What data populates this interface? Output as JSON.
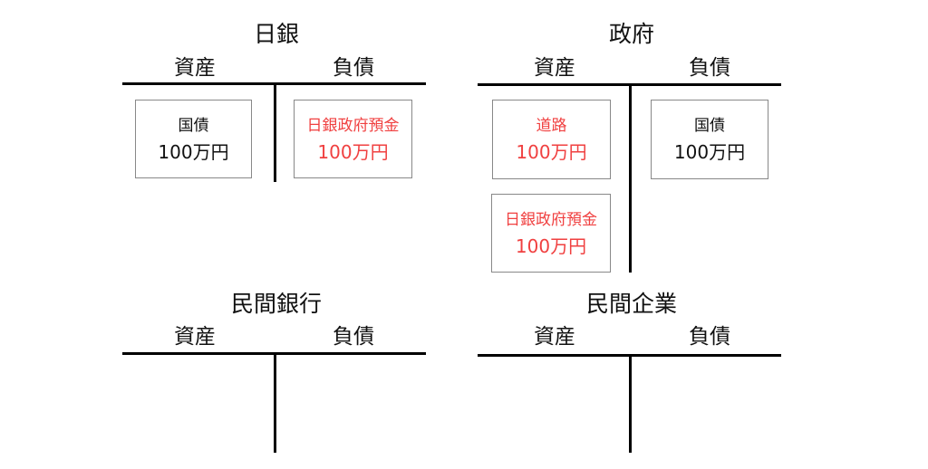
{
  "column_labels": {
    "assets": "資産",
    "liabilities": "負債"
  },
  "accounts": [
    {
      "title": "日銀",
      "assets": [
        {
          "item": "国債",
          "amount": "100万円",
          "highlight": false
        }
      ],
      "liabilities": [
        {
          "item": "日銀政府預金",
          "amount": "100万円",
          "highlight": true
        }
      ]
    },
    {
      "title": "政府",
      "assets": [
        {
          "item": "道路",
          "amount": "100万円",
          "highlight": true
        },
        {
          "item": "日銀政府預金",
          "amount": "100万円",
          "highlight": true
        }
      ],
      "liabilities": [
        {
          "item": "国債",
          "amount": "100万円",
          "highlight": false
        }
      ]
    },
    {
      "title": "民間銀行",
      "assets": [],
      "liabilities": []
    },
    {
      "title": "民間企業",
      "assets": [],
      "liabilities": []
    }
  ],
  "colors": {
    "highlight": "#f04040",
    "line": "#000000",
    "box_border": "#888888"
  }
}
